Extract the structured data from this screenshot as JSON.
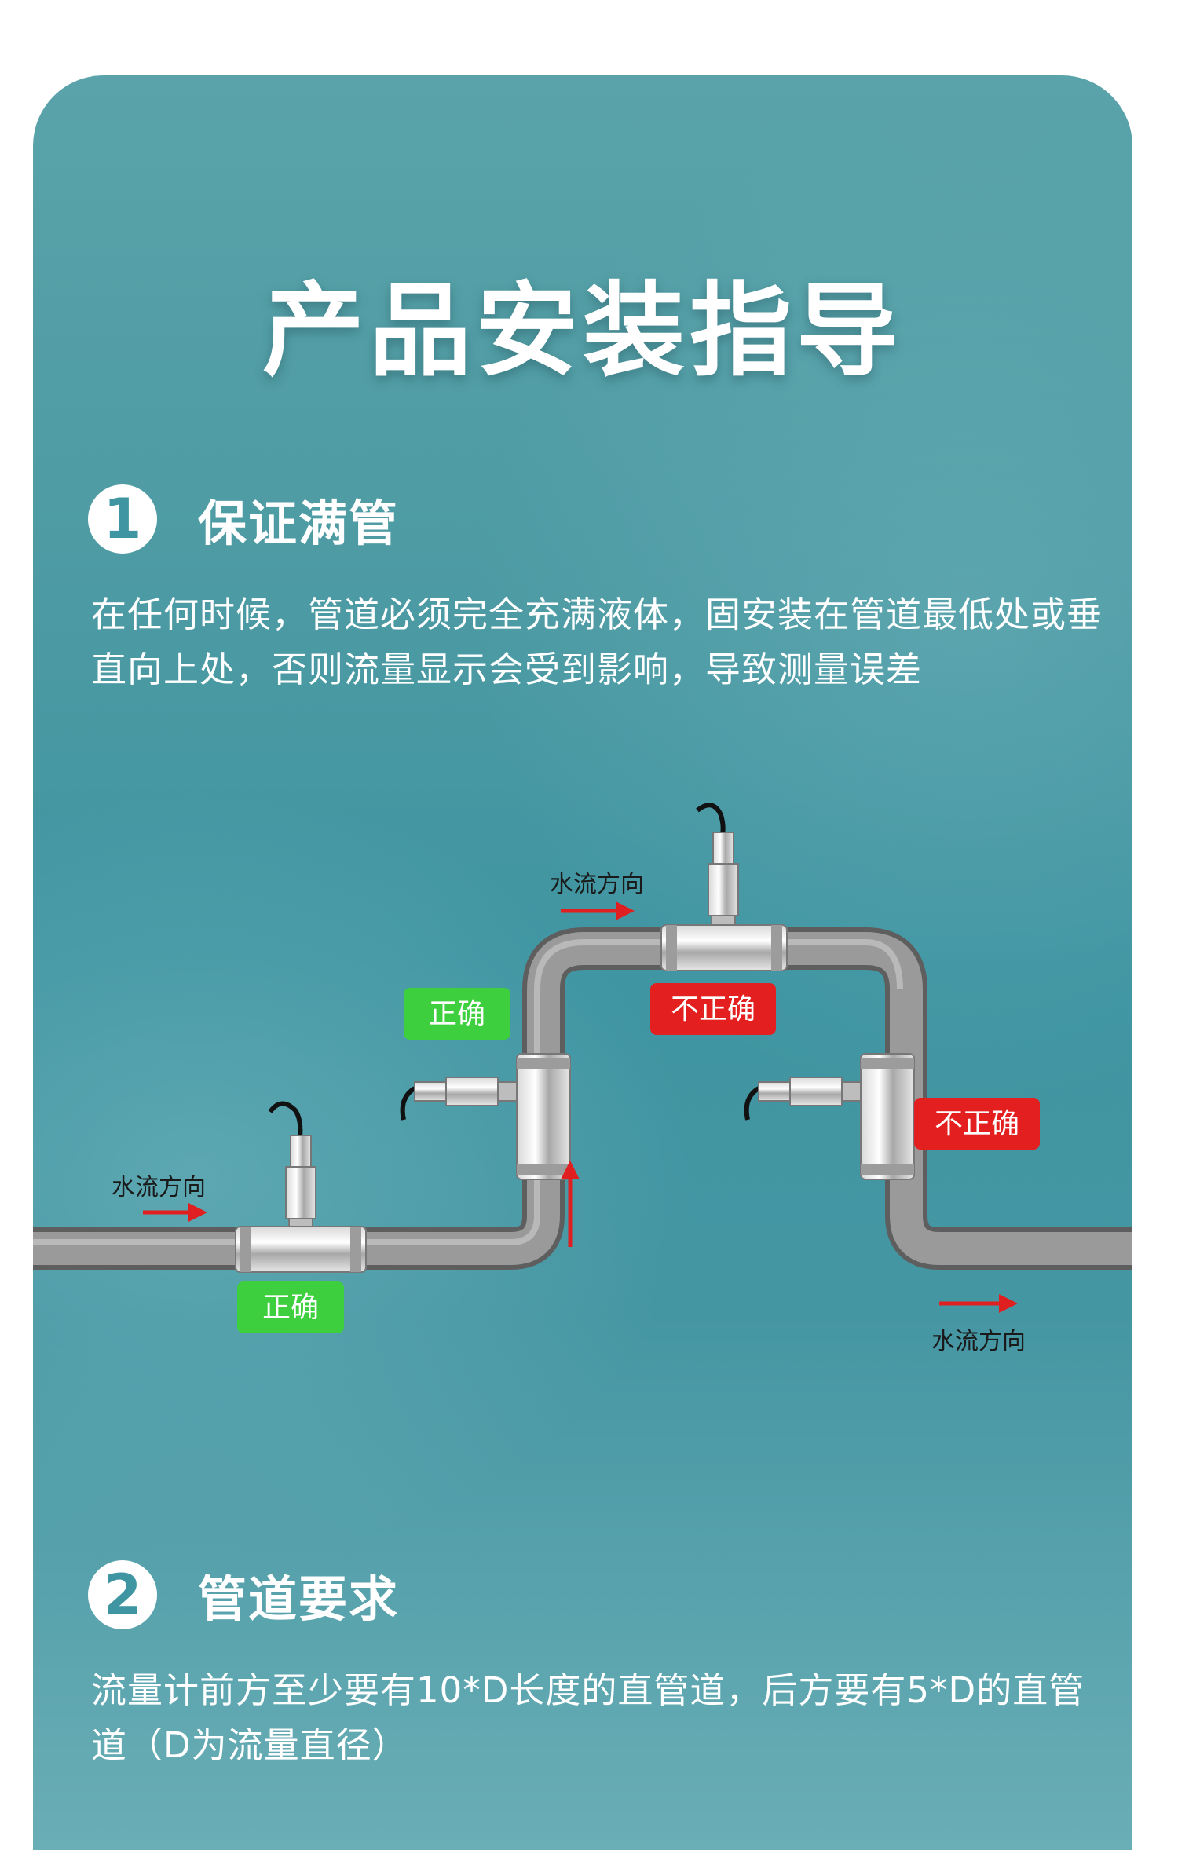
{
  "page_title": "产品安装指导",
  "section1": {
    "number": "1",
    "title": "保证满管",
    "description": "在任何时候，管道必须完全充满液体，固安装在管道最低处或垂直向上处，否则流量显示会受到影响，导致测量误差"
  },
  "diagram": {
    "flow_label_inlet": "水流方向",
    "flow_label_top": "水流方向",
    "flow_label_outlet": "水流方向",
    "label_correct_bottom": "正确",
    "label_correct_vertical": "正确",
    "label_incorrect_top": "不正确",
    "label_incorrect_down": "不正确",
    "colors": {
      "correct": "#3ecf3e",
      "incorrect": "#e41f1f",
      "arrow": "#e02020",
      "pipe": "#8e8e8e"
    }
  },
  "section2": {
    "number": "2",
    "title": "管道要求",
    "description": "流量计前方至少要有10*D长度的直管道，后方要有5*D的直管道（D为流量直径）"
  }
}
